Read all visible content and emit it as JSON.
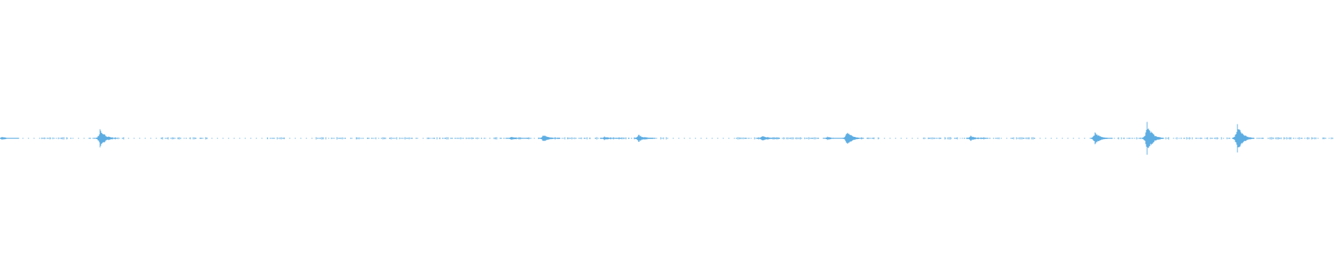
{
  "waveform": {
    "color": "#5dade2",
    "total_seconds": 1000,
    "silence": [
      [
        300,
        385
      ]
    ],
    "bursts": [
      {
        "t": 3,
        "amp": 0.04
      },
      {
        "t": 144,
        "amp": 0.22
      },
      {
        "t": 736,
        "amp": 0.04
      },
      {
        "t": 782,
        "amp": 0.09
      },
      {
        "t": 870,
        "amp": 0.04
      },
      {
        "t": 919,
        "amp": 0.09
      },
      {
        "t": 1097,
        "amp": 0.07
      },
      {
        "t": 1191,
        "amp": 0.04
      },
      {
        "t": 1219,
        "amp": 0.17
      },
      {
        "t": 1397,
        "amp": 0.06
      },
      {
        "t": 1576,
        "amp": 0.16
      },
      {
        "t": 1651,
        "amp": 0.38
      },
      {
        "t": 1781,
        "amp": 0.35
      }
    ],
    "quiet_spans": [
      [
        60,
        105
      ],
      [
        128,
        180
      ],
      [
        232,
        300
      ],
      [
        385,
        410
      ],
      [
        455,
        600
      ],
      [
        615,
        960
      ],
      [
        1060,
        1180
      ],
      [
        1240,
        1270
      ],
      [
        1330,
        1440
      ],
      [
        1455,
        1490
      ],
      [
        1600,
        1920
      ]
    ]
  }
}
